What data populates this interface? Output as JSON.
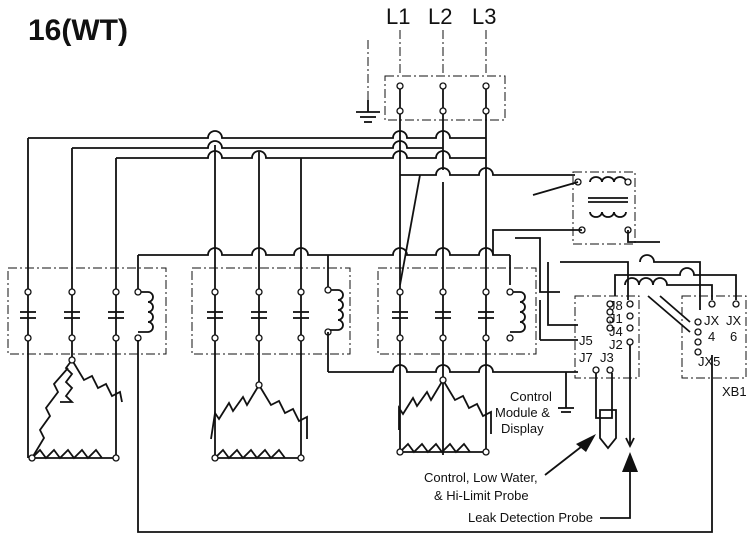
{
  "title": "16(WT)",
  "phases": [
    "L1",
    "L2",
    "L3"
  ],
  "labels": {
    "j8": "J8",
    "j1": "J1",
    "j4": "J4",
    "j2": "J2",
    "j5": "J5",
    "j7": "J7",
    "j3": "J3",
    "jx": "JX",
    "jx4": "4",
    "jx6": "6",
    "jx5": "JX5",
    "xb1": "XB1",
    "control_module": [
      "Control",
      "Module &",
      "Display"
    ],
    "probe_control": [
      "Control, Low Water,",
      "& Hi-Limit Probe"
    ],
    "probe_leak": "Leak Detection Probe"
  }
}
